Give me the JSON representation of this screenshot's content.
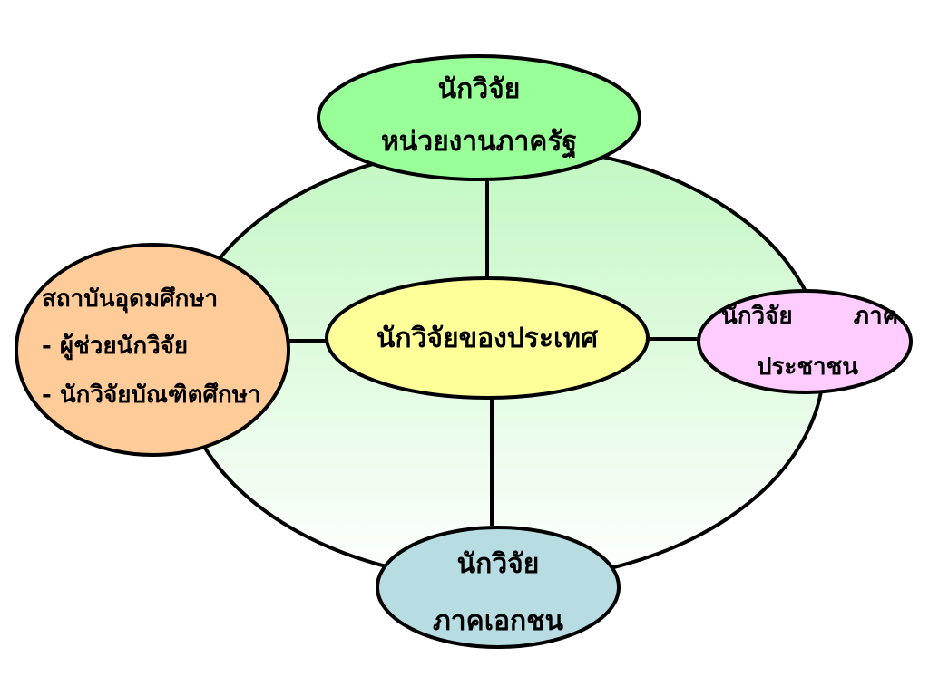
{
  "diagram": {
    "center": {
      "label": "นักวิจัยของประเทศ",
      "fill": "#ffff99"
    },
    "top": {
      "line1": "นักวิจัย",
      "line2": "หน่วยงานภาครัฐ",
      "fill": "#99ff99"
    },
    "left": {
      "line1": "สถาบันอุดมศึกษา",
      "line2": "- ผู้ช่วยนักวิจัย",
      "line3": "- นักวิจัยบัณฑิตศึกษา",
      "fill": "#ffcc99"
    },
    "right": {
      "line1_a": "นักวิจัย",
      "line1_b": "ภาค",
      "line2": "ประชาชน",
      "fill": "#ffccff"
    },
    "bottom": {
      "line1": "นักวิจัย",
      "line2": "ภาคเอกชน",
      "fill": "#b7dde3"
    },
    "background_gradient": {
      "top": "#c2f7c2",
      "bottom": "#ffffff"
    },
    "stroke": "#000000"
  }
}
